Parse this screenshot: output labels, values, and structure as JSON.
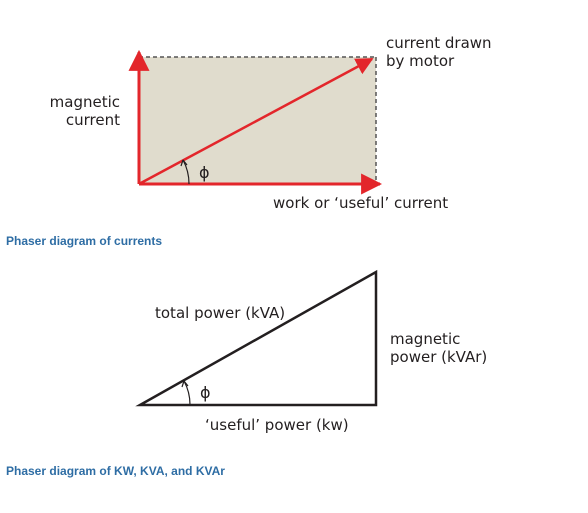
{
  "diagram1": {
    "caption": "Phaser diagram of currents",
    "label_top_right_line1": "current drawn",
    "label_top_right_line2": "by motor",
    "label_left_line1": "magnetic",
    "label_left_line2": "current",
    "label_bottom": "work or ‘useful’ current",
    "angle_symbol": "ϕ"
  },
  "diagram2": {
    "caption": "Phaser diagram of KW, KVA, and KVAr",
    "label_hypotenuse": "total power (kVA)",
    "label_right_line1": "magnetic",
    "label_right_line2": "power (kVAr)",
    "label_bottom": "‘useful’ power (kw)",
    "angle_symbol": "ϕ"
  },
  "colors": {
    "fill": "#e0dccd",
    "arrow": "#e3262b",
    "dash": "#555555",
    "line": "#231f20",
    "caption": "#2e6da4"
  }
}
